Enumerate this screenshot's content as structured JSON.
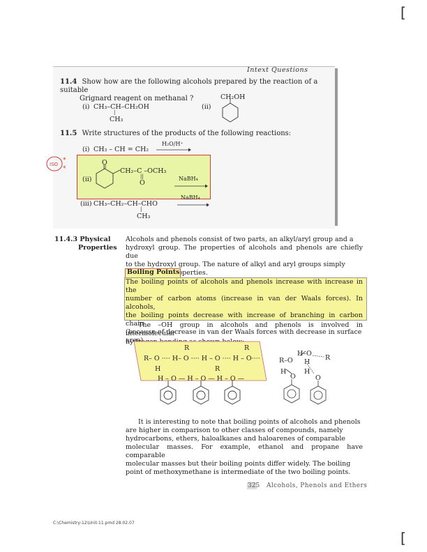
{
  "intext": {
    "title": "Intext Questions",
    "q11_4": {
      "num": "11.4",
      "text_line1": "Show how are the following alcohols prepared by the reaction of a suitable",
      "text_line2": "Grignard reagent on methanal ?",
      "i_label": "(i)",
      "i_formula": "CH₃–CH–CH₂OH",
      "i_branch": "CH₃",
      "ii_label": "(ii)",
      "ii_substituent": "CH₂OH"
    },
    "q11_5": {
      "num": "11.5",
      "text": "Write structures of the products of the following reactions:",
      "i_label": "(i)",
      "i_reactant": "CH₃ – CH = CH₂",
      "i_reagent": "H₂O/H⁺",
      "ii_label": "(ii)",
      "ii_oxo": "O",
      "ii_chain": "CH₂–C –OCH₃",
      "ii_ester_o": "O",
      "ii_reagent": "NaBH₄",
      "iii_label": "(iii)",
      "iii_reactant": "CH₃–CH₂–CH–CHO",
      "iii_branch": "CH₃",
      "iii_reagent": "NaBH₄"
    },
    "annotation": "ISO"
  },
  "section": {
    "num": "11.4.3",
    "title1": "Physical",
    "title2": "Properties",
    "intro": [
      "Alcohols and phenols consist of two parts, an alkyl/aryl group and a",
      "hydroxyl group. The properties of alcohols and phenols are chiefly due",
      "to the hydroxyl group. The nature of alkyl and aryl groups simply",
      "modify these properties."
    ],
    "subhead": "Boiling Points",
    "boiling": [
      "The boiling points of alcohols and phenols increase with increase in the",
      "number of carbon atoms (increase in van der Waals forces). In alcohols,",
      "the boiling points decrease with increase of branching in carbon chain",
      "(because of decrease in van der Waals forces with decrease in surface",
      "area)."
    ],
    "hbond_intro": [
      "The –OH group in alcohols and phenols is involved in intermolecular",
      "hydrogen bonding as shown below:"
    ],
    "diagram": {
      "alcohol_row": "R– O ···· H– O ···· H – O ···· H – O····",
      "r_top_1": "R",
      "r_top_2": "R",
      "h_bottom": "H",
      "r_bottom": "R",
      "phenol_row": "H – O — H – O — H – O —",
      "cluster_h_o_top": "H–O",
      "cluster_r": "R",
      "cluster_ro": "R–O",
      "cluster_h1": "H",
      "cluster_h2": "H",
      "cluster_h3": "H",
      "cluster_o1": "O",
      "cluster_o2": "O"
    },
    "closing": [
      "It is interesting to note that boiling points of alcohols and phenols",
      "are higher in comparison to other classes of compounds, namely",
      "hydrocarbons, ethers, haloalkanes and haloarenes of comparable",
      "molecular masses. For example, ethanol and propane have comparable",
      "molecular masses but their boiling points differ widely. The boiling",
      "point of methoxymethane is intermediate of the two boiling points."
    ]
  },
  "footer": {
    "page": "325",
    "chapter": "Alcohols, Phenols and Ethers",
    "file": "C:\\Chemistry-12\\Unit-11.pmd    28.02.07"
  },
  "colors": {
    "highlight_green": "#e9f5a6",
    "highlight_yellow": "#f7f59c",
    "annotation_red": "#d23a3a"
  }
}
